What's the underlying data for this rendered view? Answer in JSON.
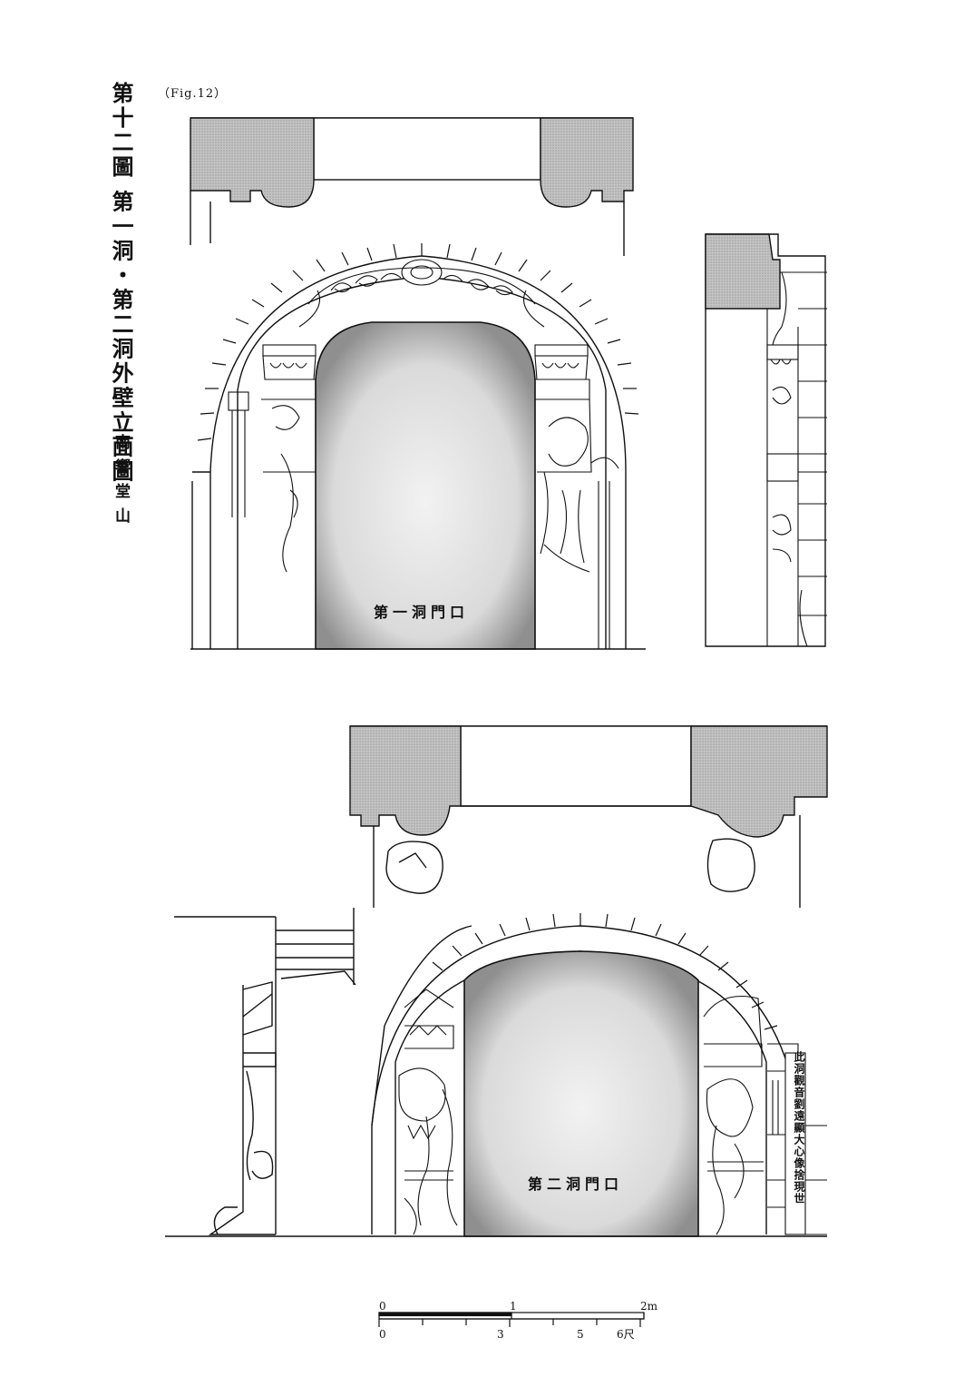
{
  "header": {
    "title_vertical": "第十二圖 第一洞・第二洞外壁立面圖",
    "subtitle_vertical": "南響堂山",
    "fig_ref": "（Fig.12）"
  },
  "elevations": {
    "cave1_label": "第一洞門口",
    "cave2_label": "第二洞門口"
  },
  "inscription": "此洞觀音劉遠顯大心像捨現世",
  "scale_bar": {
    "top_ticks": [
      "0",
      "1",
      "2m"
    ],
    "bottom_ticks": [
      "0",
      "3",
      "5",
      "6尺"
    ]
  },
  "colors": {
    "ink": "#111111",
    "hatch_gray": "#bdbdbd",
    "door_gray": "#e3e3e3",
    "door_shadow": "#8a8a8a"
  }
}
